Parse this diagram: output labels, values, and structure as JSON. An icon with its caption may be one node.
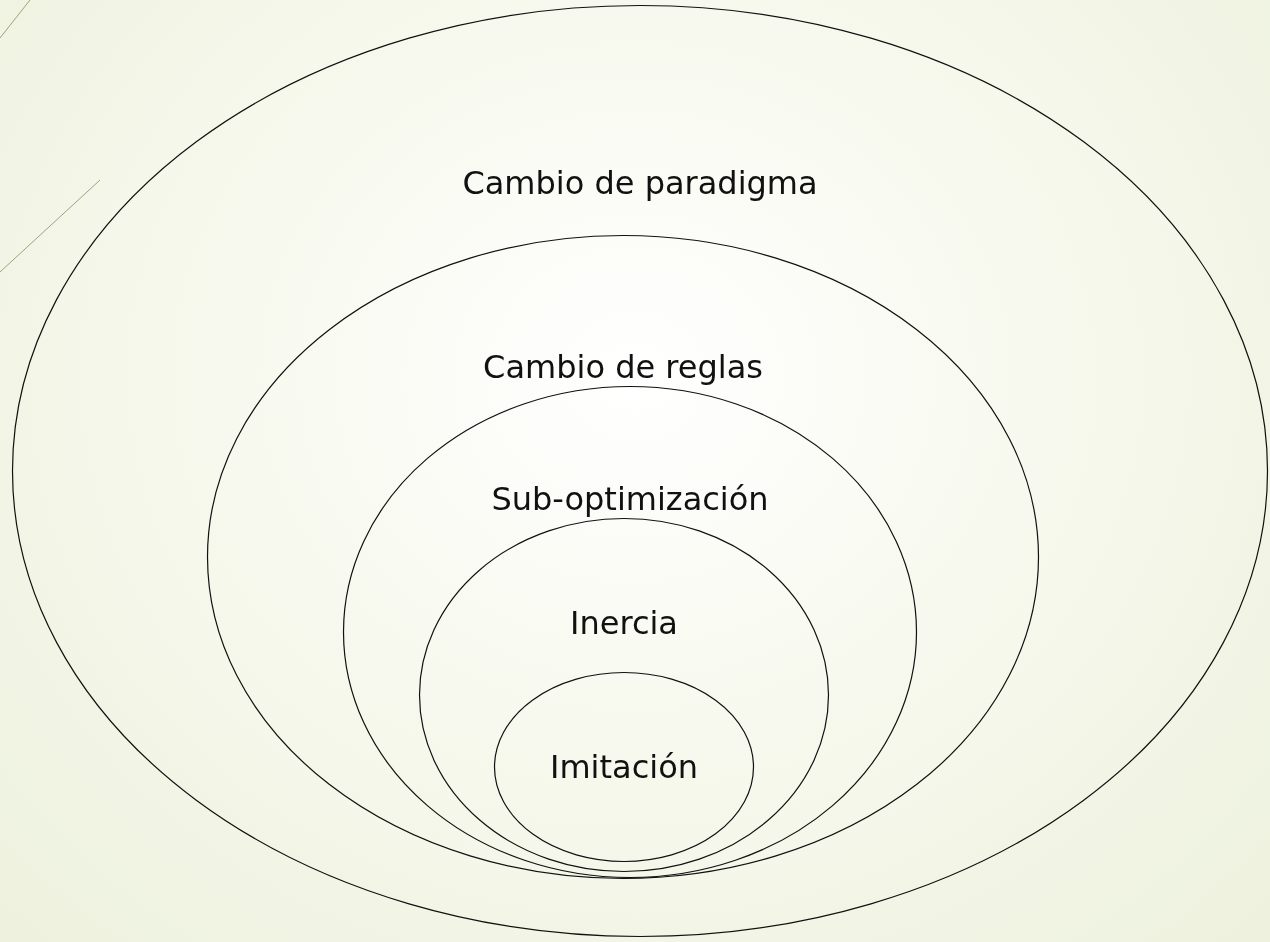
{
  "diagram": {
    "nodes": [
      {
        "text": [
          "Cambio de paradigma"
        ]
      },
      {
        "text": [
          "Cambio de reglas"
        ],
        "in": 0
      },
      {
        "text": [
          "Sub-optimización"
        ],
        "in": 1
      },
      {
        "text": [
          "Inercia"
        ],
        "in": 2
      },
      {
        "text": [
          "Imitación"
        ],
        "in": 3
      }
    ]
  }
}
